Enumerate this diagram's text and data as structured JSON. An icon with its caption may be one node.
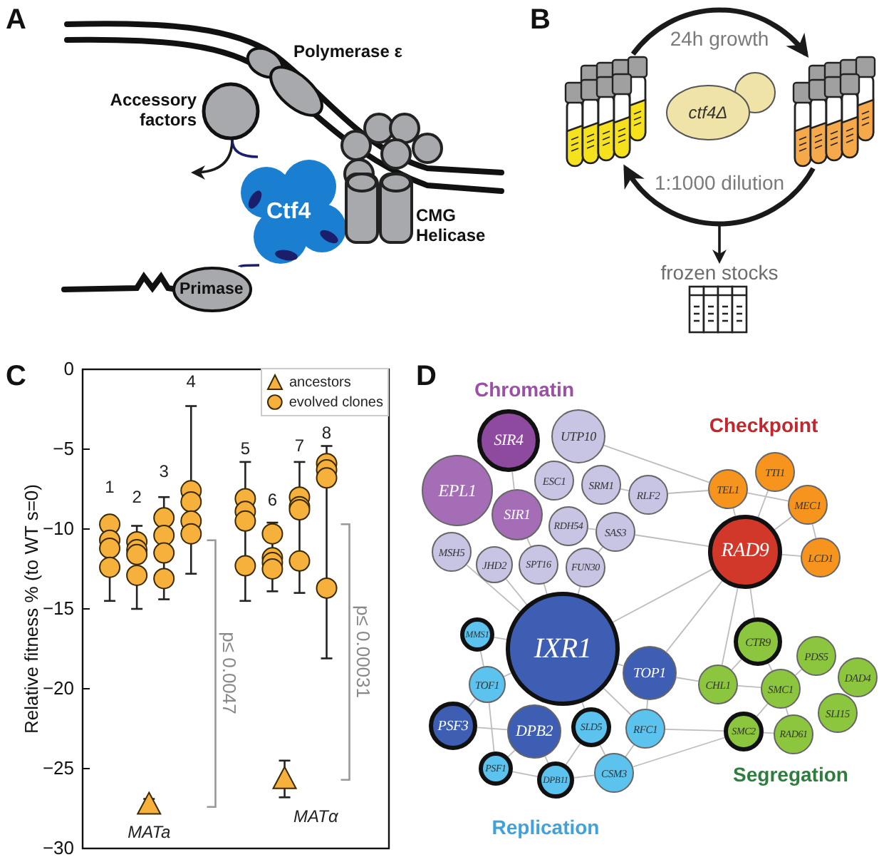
{
  "diagram": {
    "nodes": [
      {
        "text": [
          "Polymerase ε"
        ]
      },
      {
        "text": [
          "Accessory factors"
        ]
      },
      {
        "text": [
          "Ctf4"
        ]
      },
      {
        "text": [
          "CMG Helicase"
        ]
      },
      {
        "text": [
          "Primase"
        ]
      },
      {
        "text": [],
        "shape": "picture"
      },
      {
        "text": [
          "ctf4Δ"
        ]
      },
      {
        "text": [],
        "shape": "picture"
      },
      {
        "text": [
          "frozen stocks"
        ]
      },
      {
        "text": [
          "SIR4"
        ]
      },
      {
        "text": [
          "UTP10"
        ]
      },
      {
        "text": [
          "EPL1"
        ]
      },
      {
        "text": [
          "ESC1"
        ]
      },
      {
        "text": [
          "SRM1"
        ]
      },
      {
        "text": [
          "RLF2"
        ]
      },
      {
        "text": [
          "SIR1"
        ]
      },
      {
        "text": [
          "RDH54"
        ]
      },
      {
        "text": [
          "SAS3"
        ]
      },
      {
        "text": [
          "MSH5"
        ]
      },
      {
        "text": [
          "JHD2"
        ]
      },
      {
        "text": [
          "SPT16"
        ]
      },
      {
        "text": [
          "FUN30"
        ]
      },
      {
        "text": [
          "TEL1"
        ]
      },
      {
        "text": [
          "TTI1"
        ]
      },
      {
        "text": [
          "MEC1"
        ]
      },
      {
        "text": [
          "LCD1"
        ]
      },
      {
        "text": [
          "RAD9"
        ]
      },
      {
        "text": [
          "MMS1"
        ]
      },
      {
        "text": [
          "IXR1"
        ]
      },
      {
        "text": [
          "TOP1"
        ]
      },
      {
        "text": [
          "TOF1"
        ]
      },
      {
        "text": [
          "PSF3"
        ]
      },
      {
        "text": [
          "DPB2"
        ]
      },
      {
        "text": [
          "SLD5"
        ]
      },
      {
        "text": [
          "RFC1"
        ]
      },
      {
        "text": [
          "PSF1"
        ]
      },
      {
        "text": [
          "DPB11"
        ]
      },
      {
        "text": [
          "CSM3"
        ]
      },
      {
        "text": [
          "CTR9"
        ]
      },
      {
        "text": [
          "PDS5"
        ]
      },
      {
        "text": [
          "DAD4"
        ]
      },
      {
        "text": [
          "CHL1"
        ]
      },
      {
        "text": [
          "SMC1"
        ]
      },
      {
        "text": [
          "SLI15"
        ]
      },
      {
        "text": [
          "SMC2"
        ]
      },
      {
        "text": [
          "RAD61"
        ]
      }
    ],
    "edges": [
      {
        "from": 1,
        "to": null,
        "arrow": "to",
        "color": "#1a1a1a"
      },
      {
        "from": 1,
        "to": 2,
        "arrow": "none",
        "color": "#1b1f6b"
      },
      {
        "from": 4,
        "to": 2,
        "arrow": "none",
        "color": "#1b1f6b"
      },
      {
        "from": 5,
        "to": 7,
        "arrow": "to",
        "label": "24h growth",
        "style": "thick",
        "color": "#1a1a1a"
      },
      {
        "from": 7,
        "to": 5,
        "arrow": "to",
        "label": "1:1000 dilution",
        "style": "thick",
        "color": "#1a1a1a"
      },
      {
        "from": null,
        "to": 8,
        "arrow": "to",
        "color": "#1a1a1a"
      },
      {
        "from": 9,
        "to": 15,
        "arrow": "none"
      },
      {
        "from": 15,
        "to": 20,
        "arrow": "none"
      },
      {
        "from": 20,
        "to": 28,
        "arrow": "none"
      },
      {
        "from": 19,
        "to": 28,
        "arrow": "none"
      },
      {
        "from": 18,
        "to": 28,
        "arrow": "none"
      },
      {
        "from": 21,
        "to": 28,
        "arrow": "none"
      },
      {
        "from": 17,
        "to": 26,
        "arrow": "none"
      },
      {
        "from": 16,
        "to": 17,
        "arrow": "none"
      },
      {
        "from": 14,
        "to": 22,
        "arrow": "none"
      },
      {
        "from": 13,
        "to": 14,
        "arrow": "none"
      },
      {
        "from": 10,
        "to": 22,
        "arrow": "none"
      },
      {
        "from": 22,
        "to": 26,
        "arrow": "none"
      },
      {
        "from": 23,
        "to": 26,
        "arrow": "none"
      },
      {
        "from": 24,
        "to": 26,
        "arrow": "none"
      },
      {
        "from": 25,
        "to": 26,
        "arrow": "none"
      },
      {
        "from": 22,
        "to": 24,
        "arrow": "none"
      },
      {
        "from": 24,
        "to": 25,
        "arrow": "none"
      },
      {
        "from": 26,
        "to": 28,
        "arrow": "none"
      },
      {
        "from": 26,
        "to": 29,
        "arrow": "none"
      },
      {
        "from": 26,
        "to": 38,
        "arrow": "none"
      },
      {
        "from": 26,
        "to": 41,
        "arrow": "none"
      },
      {
        "from": 28,
        "to": 29,
        "arrow": "none"
      },
      {
        "from": 28,
        "to": 30,
        "arrow": "none"
      },
      {
        "from": 30,
        "to": 27,
        "arrow": "none"
      },
      {
        "from": 28,
        "to": 33,
        "arrow": "none"
      },
      {
        "from": 28,
        "to": 34,
        "arrow": "none"
      },
      {
        "from": 28,
        "to": 27,
        "arrow": "none"
      },
      {
        "from": 29,
        "to": 34,
        "arrow": "none"
      },
      {
        "from": 29,
        "to": 41,
        "arrow": "none"
      },
      {
        "from": 30,
        "to": 31,
        "arrow": "none"
      },
      {
        "from": 31,
        "to": 32,
        "arrow": "none"
      },
      {
        "from": 32,
        "to": 35,
        "arrow": "none"
      },
      {
        "from": 32,
        "to": 36,
        "arrow": "none"
      },
      {
        "from": 33,
        "to": 36,
        "arrow": "none"
      },
      {
        "from": 33,
        "to": 37,
        "arrow": "none"
      },
      {
        "from": 34,
        "to": 37,
        "arrow": "none"
      },
      {
        "from": 34,
        "to": 44,
        "arrow": "none"
      },
      {
        "from": 35,
        "to": 36,
        "arrow": "none"
      },
      {
        "from": 36,
        "to": 37,
        "arrow": "none"
      },
      {
        "from": 38,
        "to": 41,
        "arrow": "none"
      },
      {
        "from": 38,
        "to": 42,
        "arrow": "none"
      },
      {
        "from": 39,
        "to": 42,
        "arrow": "none"
      },
      {
        "from": 41,
        "to": 42,
        "arrow": "none"
      },
      {
        "from": 42,
        "to": 44,
        "arrow": "none"
      },
      {
        "from": 44,
        "to": 45,
        "arrow": "none"
      },
      {
        "from": 42,
        "to": 45,
        "arrow": "none"
      },
      {
        "from": 37,
        "to": 44,
        "arrow": "none"
      },
      {
        "from": 35,
        "to": 30,
        "arrow": "none"
      },
      {
        "from": 21,
        "to": 17,
        "arrow": "none"
      }
    ],
    "labels": [
      "A",
      "B",
      "C",
      "D",
      "Chromatin",
      "Checkpoint",
      "Replication",
      "Segregation",
      "0",
      "−5",
      "−10",
      "−15",
      "−20",
      "−25",
      "−30",
      "Relative fitness % (to WT s=0)",
      "1",
      "2",
      "3",
      "4",
      "5",
      "6",
      "7",
      "8",
      "MATa",
      "MATα",
      "p≤ 0.0047",
      "p≤ 0.00031"
    ],
    "legend": [
      {
        "text": "ancestors"
      },
      {
        "text": "evolved clones"
      }
    ]
  }
}
